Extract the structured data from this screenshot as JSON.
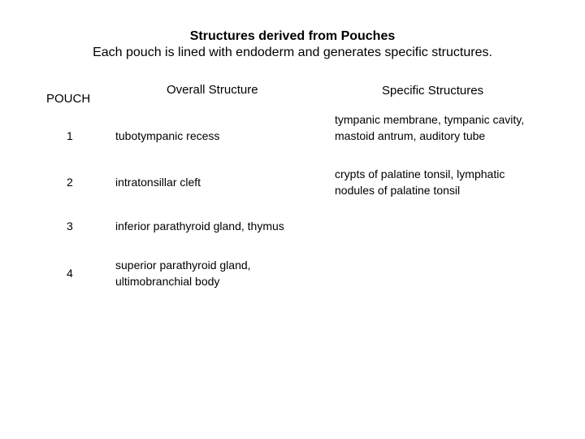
{
  "title": "Structures derived from Pouches",
  "subtitle": "Each pouch is lined with endoderm and generates specific structures.",
  "headers": {
    "pouch": "POUCH",
    "overall": "Overall Structure",
    "specific": "Specific Structures"
  },
  "rows": [
    {
      "pouch": "1",
      "overall": "tubotympanic recess",
      "specific": "tympanic membrane, tympanic cavity, mastoid antrum, auditory tube"
    },
    {
      "pouch": "2",
      "overall": "intratonsillar cleft",
      "specific": "crypts of palatine tonsil, lymphatic nodules of palatine tonsil"
    },
    {
      "pouch": "3",
      "overall": "inferior parathyroid gland, thymus",
      "specific": ""
    },
    {
      "pouch": "4",
      "overall": "superior parathyroid gland, ultimobranchial body",
      "specific": ""
    }
  ]
}
